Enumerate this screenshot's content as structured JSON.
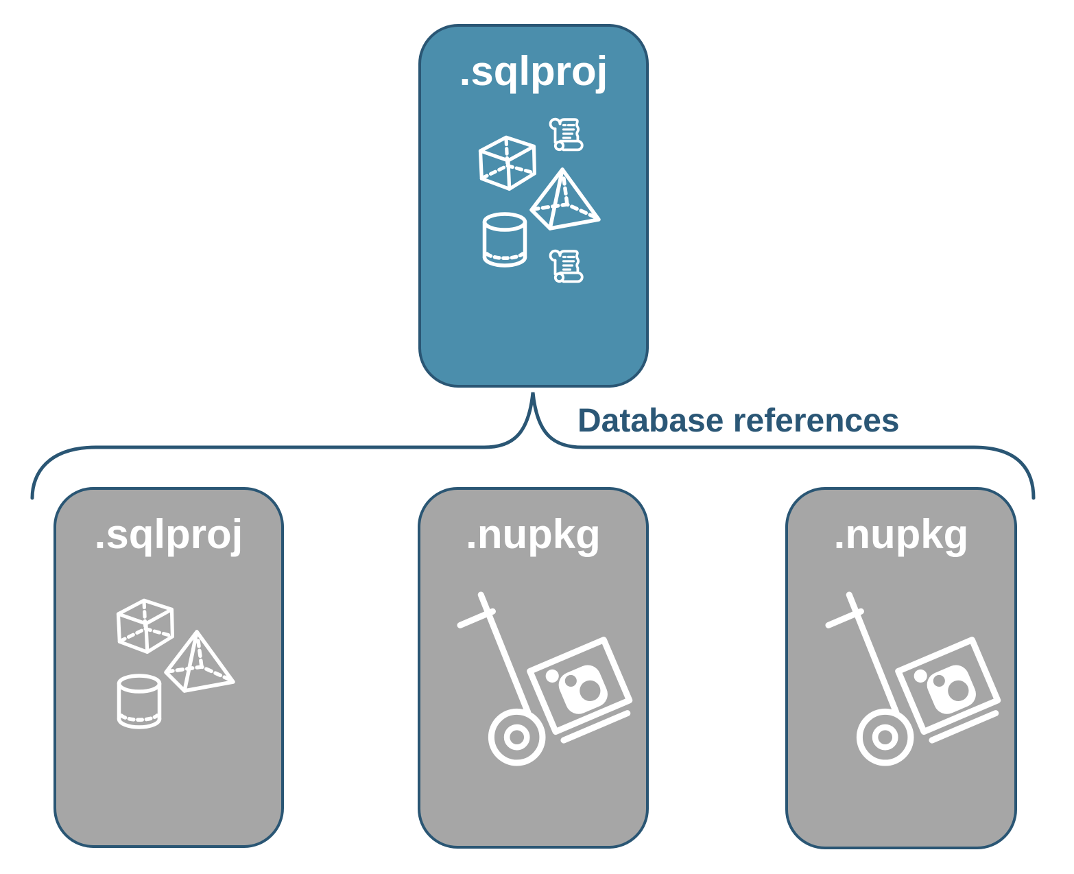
{
  "colors": {
    "accent_blue": "#4B8EAC",
    "outline_navy": "#2A5674",
    "label_navy": "#2B5776",
    "node_gray": "#A6A6A6",
    "icon_white": "#FFFFFF"
  },
  "root_node": {
    "label": ".sqlproj",
    "icons": [
      "cube-3d-icon",
      "script-scroll-icon",
      "pyramid-3d-icon",
      "database-cylinder-icon",
      "script-scroll-icon"
    ]
  },
  "connector": {
    "label": "Database references"
  },
  "child_nodes": [
    {
      "label": ".sqlproj",
      "icons": [
        "cube-3d-icon",
        "pyramid-3d-icon",
        "database-cylinder-icon"
      ]
    },
    {
      "label": ".nupkg",
      "icons": [
        "nuget-package-dolly-icon"
      ]
    },
    {
      "label": ".nupkg",
      "icons": [
        "nuget-package-dolly-icon"
      ]
    }
  ]
}
